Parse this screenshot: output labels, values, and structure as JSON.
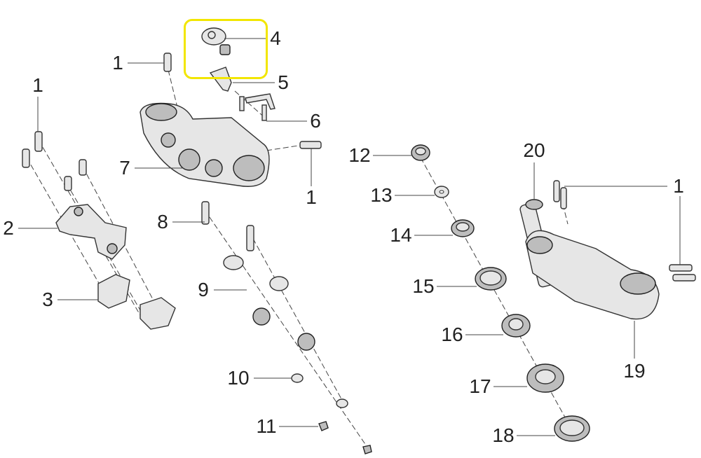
{
  "diagram": {
    "highlight_color": "#f2e600",
    "callouts": [
      {
        "id": "c1a",
        "text": "1"
      },
      {
        "id": "c4",
        "text": "4"
      },
      {
        "id": "c5",
        "text": "5"
      },
      {
        "id": "c6",
        "text": "6"
      },
      {
        "id": "c1b",
        "text": "1"
      },
      {
        "id": "c7",
        "text": "7"
      },
      {
        "id": "c1c",
        "text": "1"
      },
      {
        "id": "c2",
        "text": "2"
      },
      {
        "id": "c8",
        "text": "8"
      },
      {
        "id": "c3",
        "text": "3"
      },
      {
        "id": "c9",
        "text": "9"
      },
      {
        "id": "c10",
        "text": "10"
      },
      {
        "id": "c11",
        "text": "11"
      },
      {
        "id": "c12",
        "text": "12"
      },
      {
        "id": "c13",
        "text": "13"
      },
      {
        "id": "c14",
        "text": "14"
      },
      {
        "id": "c15",
        "text": "15"
      },
      {
        "id": "c16",
        "text": "16"
      },
      {
        "id": "c17",
        "text": "17"
      },
      {
        "id": "c18",
        "text": "18"
      },
      {
        "id": "c20",
        "text": "20"
      },
      {
        "id": "c1d",
        "text": "1"
      },
      {
        "id": "c19",
        "text": "19"
      }
    ]
  }
}
